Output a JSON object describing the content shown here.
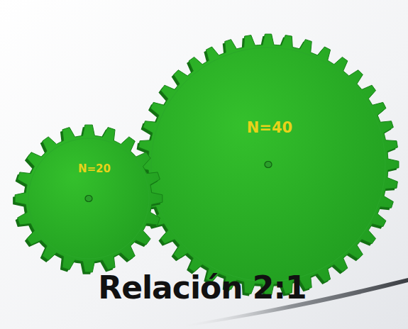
{
  "diagram": {
    "nodes": [
      {
        "text": [
          "N=20"
        ]
      },
      {
        "text": [
          "N=40"
        ]
      }
    ],
    "labels": [
      "Relación 2:1"
    ]
  }
}
